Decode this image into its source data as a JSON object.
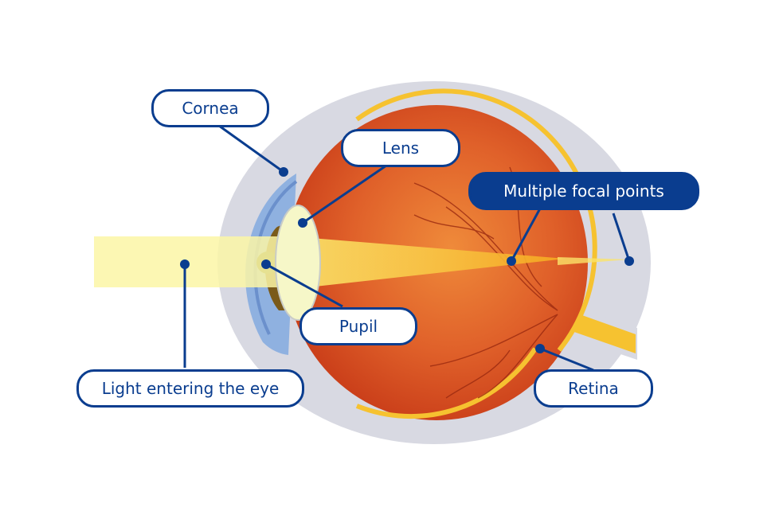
{
  "labels": {
    "cornea": "Cornea",
    "lens": "Lens",
    "focal_points": "Multiple focal points",
    "pupil": "Pupil",
    "light": "Light entering the eye",
    "retina": "Retina"
  },
  "colors": {
    "label_blue": "#0a3d8f",
    "sclera": "#d7d9e2",
    "eyeball": "#d24a1e",
    "retina_line": "#f6c230",
    "light_beam": "#fbf6a6",
    "focus_beam": "#f7b92b"
  }
}
